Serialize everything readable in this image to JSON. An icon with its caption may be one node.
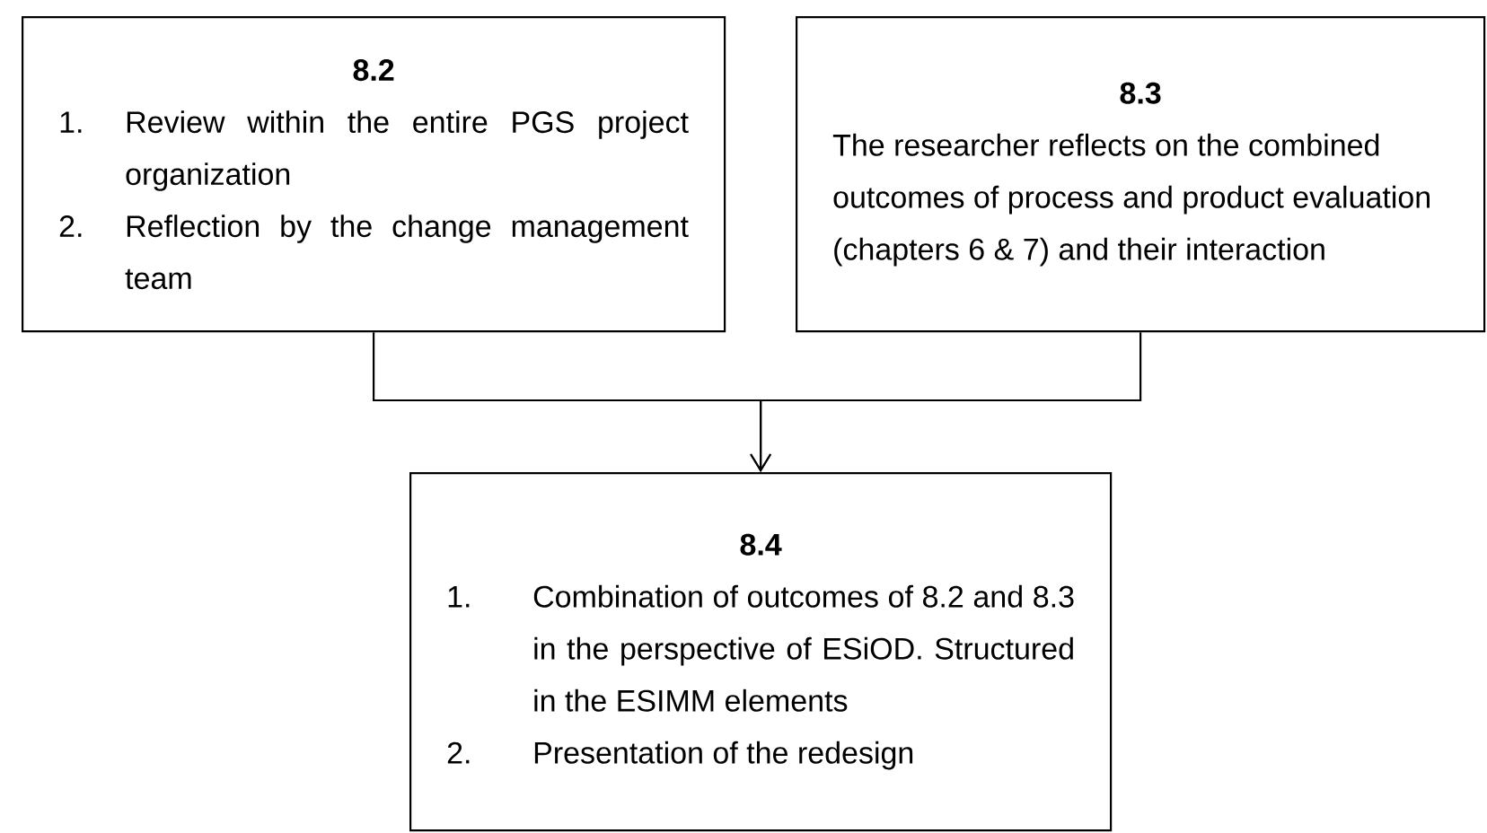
{
  "diagram": {
    "nodes": [
      {
        "text": [
          "8.2",
          "1.",
          "Review within the entire PGS project organization",
          "2.",
          "Reflection by the change management team"
        ]
      },
      {
        "text": [
          "8.3",
          "The researcher reflects on the combined outcomes of process and product evaluation (chapters 6 & 7) and their interaction"
        ]
      },
      {
        "text": [
          "8.4",
          "1.",
          "Combination of outcomes of 8.2 and 8.3 in the perspective of ESiOD. Structured in the ESIMM elements",
          "2.",
          "Presentation of the redesign"
        ]
      }
    ],
    "edges": [
      {
        "from": 0,
        "to": 2,
        "arrow": "to"
      },
      {
        "from": 1,
        "to": 2,
        "arrow": "to"
      }
    ]
  }
}
